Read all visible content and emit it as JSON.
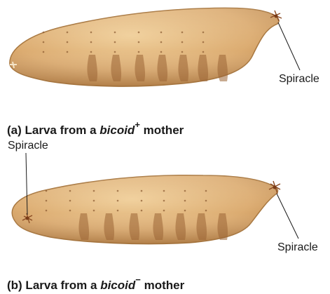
{
  "panel_a": {
    "caption_prefix": "(a) Larva from a ",
    "caption_gene": "bicoid",
    "caption_sup": "+",
    "caption_suffix": " mother",
    "spiracle_label": "Spiracle"
  },
  "panel_b": {
    "caption_prefix": "(b) Larva from a ",
    "caption_gene": "bicoid",
    "caption_sup": "−",
    "caption_suffix": " mother",
    "spiracle_left_label": "Spiracle",
    "spiracle_right_label": "Spiracle"
  },
  "colors": {
    "body_fill": "#ddb27a",
    "body_edge": "#a8773f",
    "band": "#9a6434",
    "dot": "#8a5a30",
    "leader_line": "#1a1a1a"
  }
}
